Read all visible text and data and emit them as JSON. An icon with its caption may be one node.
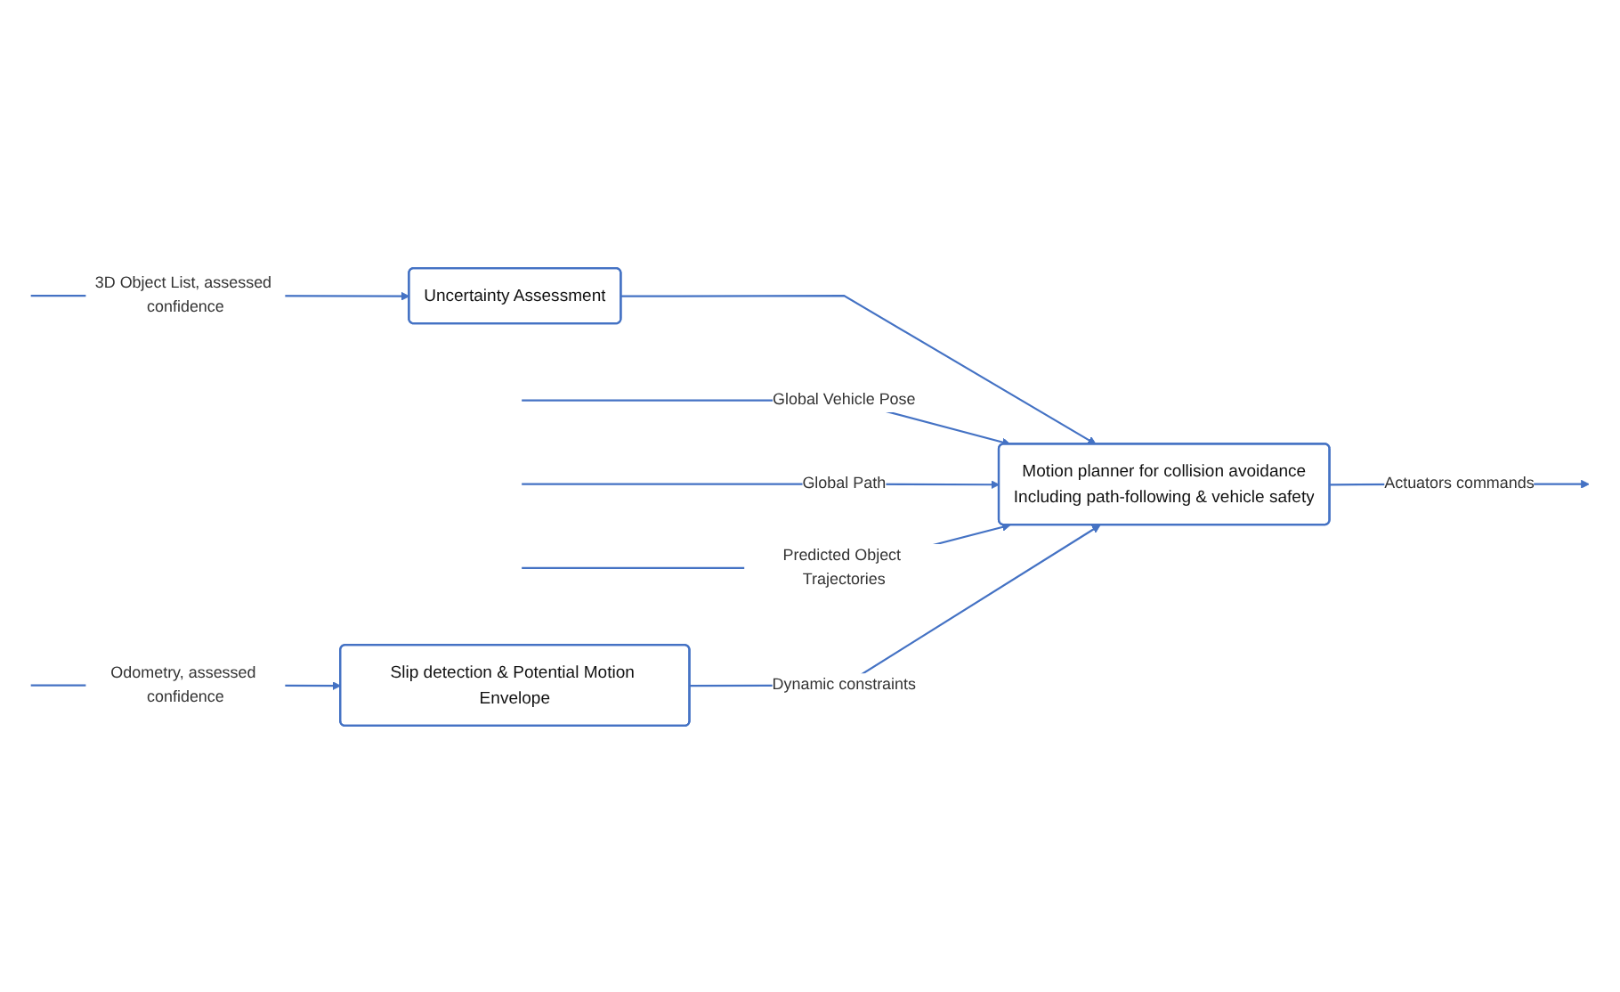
{
  "diagram": {
    "nodes": [
      {
        "text": [
          "Uncertainty Assessment"
        ]
      },
      {
        "text": [
          "Motion planner for collision avoidance",
          "Including path-following & vehicle safety"
        ]
      },
      {
        "text": [
          "Slip detection & Potential Motion Envelope"
        ]
      }
    ],
    "edges": [
      {
        "from": null,
        "to": 0,
        "arrow": "to",
        "label": "3D Object List, assessed confidence"
      },
      {
        "from": 0,
        "to": 1,
        "arrow": "to"
      },
      {
        "from": null,
        "to": 1,
        "arrow": "to",
        "label": "Global Vehicle Pose"
      },
      {
        "from": null,
        "to": 1,
        "arrow": "to",
        "label": "Global Path"
      },
      {
        "from": null,
        "to": 1,
        "arrow": "to",
        "label": "Predicted Object Trajectories"
      },
      {
        "from": 1,
        "to": null,
        "arrow": "to",
        "label": "Actuators commands"
      },
      {
        "from": 2,
        "to": 1,
        "arrow": "to",
        "label": "Dynamic constraints"
      },
      {
        "from": null,
        "to": 2,
        "arrow": "to",
        "label": "Odometry, assessed confidence"
      }
    ]
  }
}
